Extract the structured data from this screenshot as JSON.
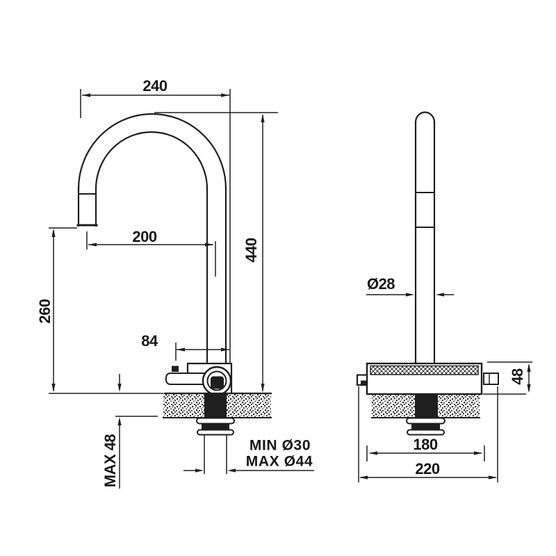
{
  "drawing": {
    "type": "technical-dimension-drawing",
    "subject": "gooseneck kitchen mixer tap, front and side elevations with installation dimensions",
    "background": "#ffffff",
    "line_color": "#1e1e1e",
    "views": [
      {
        "id": "front-elevation"
      },
      {
        "id": "side-elevation"
      }
    ]
  },
  "dimensions": {
    "spout_span": {
      "label": "240",
      "view": "front",
      "orientation": "horizontal"
    },
    "spout_reach": {
      "label": "200",
      "view": "front",
      "orientation": "horizontal"
    },
    "handle_offset": {
      "label": "84",
      "view": "front",
      "orientation": "horizontal"
    },
    "overall_height": {
      "label": "440",
      "view": "front",
      "orientation": "vertical"
    },
    "outlet_height": {
      "label": "260",
      "view": "front",
      "orientation": "vertical"
    },
    "deck_thickness": {
      "label": "MAX 48",
      "view": "front",
      "orientation": "vertical"
    },
    "hole_min": {
      "label": "MIN Ø30",
      "view": "front",
      "orientation": "horizontal"
    },
    "hole_max": {
      "label": "MAX Ø44",
      "view": "front",
      "orientation": "horizontal"
    },
    "column_diameter": {
      "label": "Ø28",
      "view": "side",
      "orientation": "horizontal"
    },
    "body_height": {
      "label": "48",
      "view": "side",
      "orientation": "vertical"
    },
    "body_inner_width": {
      "label": "180",
      "view": "side",
      "orientation": "horizontal"
    },
    "body_outer_width": {
      "label": "220",
      "view": "side",
      "orientation": "horizontal"
    }
  }
}
